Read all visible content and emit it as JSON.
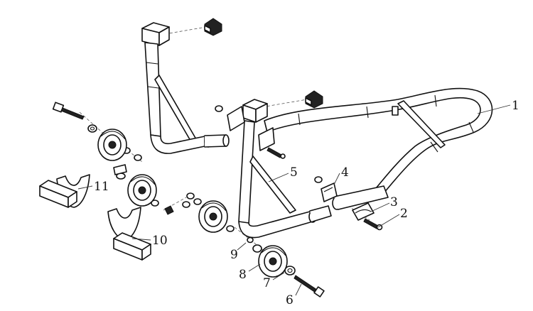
{
  "labels": {
    "l1": "1",
    "l2": "2",
    "l3": "3",
    "l4": "4",
    "l5": "5",
    "l6": "6",
    "l7": "7",
    "l8": "8",
    "l9": "9",
    "l10": "10",
    "l11": "11"
  },
  "colors": {
    "line": "#111111",
    "background": "#ffffff"
  }
}
